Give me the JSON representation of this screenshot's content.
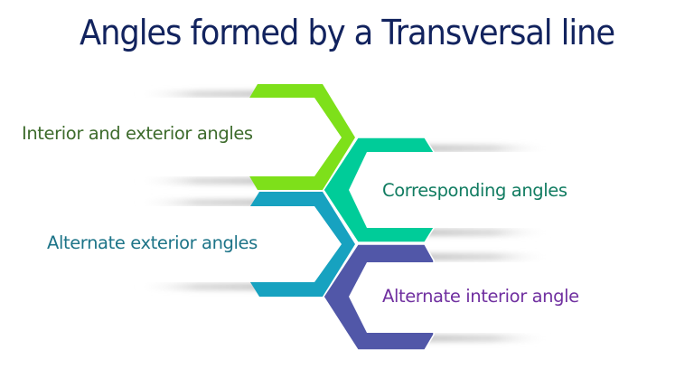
{
  "title": "Angles formed by a Transversal line",
  "items": [
    {
      "label": "Interior and exterior angles",
      "color": "#7ee01a",
      "text_color": "#3d6b2c",
      "side": "left"
    },
    {
      "label": "Corresponding angles",
      "color": "#00cc99",
      "text_color": "#117c61",
      "side": "right"
    },
    {
      "label": "Alternate exterior angles",
      "color": "#17a2c0",
      "text_color": "#1d7488",
      "side": "left"
    },
    {
      "label": "Alternate interior angle",
      "color": "#5157a8",
      "text_color": "#7030a0",
      "side": "right"
    }
  ]
}
